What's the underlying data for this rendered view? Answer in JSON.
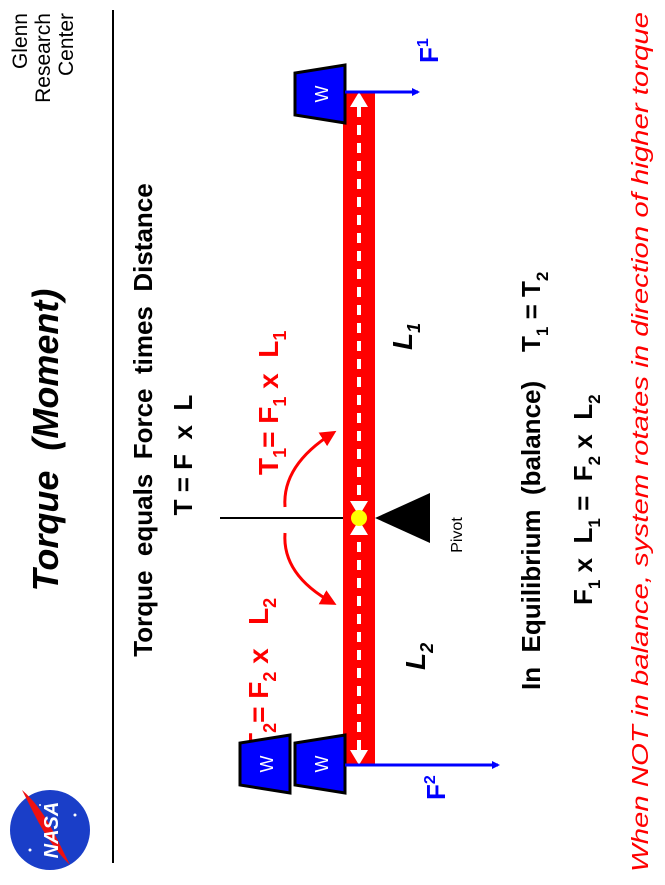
{
  "logo": {
    "text": "NASA"
  },
  "org": {
    "line1": "Glenn",
    "line2": "Research",
    "line3": "Center"
  },
  "title": "Torque  (Moment)",
  "definition": "Torque  equals  Force  times  Distance",
  "formula": "T = F  x  L",
  "torque1": {
    "T": "T",
    "Tsub": "1",
    "eq": "= F",
    "Fsub": "1",
    "x": " x  L",
    "Lsub": "1"
  },
  "torque2": {
    "T": "T",
    "Tsub": "2",
    "eq": "= F",
    "Fsub": "2",
    "x": " x   L",
    "Lsub": "2"
  },
  "labels": {
    "L1": "L",
    "L1sub": "1",
    "L2": "L",
    "L2sub": "2",
    "F1": "F",
    "F1sub": "1",
    "F2": "F",
    "F2sub": "2",
    "pivot": "Pivot",
    "weight": "W"
  },
  "equilibrium": {
    "text": "In  Equilibrium  (balance)    T",
    "s1": "1",
    "mid": " = T",
    "s2": "2"
  },
  "balance_eq": {
    "a": "F",
    "s1": "1",
    "b": " x  L",
    "s2": "1",
    "c": " =  F",
    "s3": "2",
    "d": " x  L",
    "s4": "2"
  },
  "note": "When NOT in balance, system rotates in direction of higher torque",
  "colors": {
    "beam": "#ff0000",
    "weight": "#0000ff",
    "force": "#0000ff",
    "torque_text": "#ff0000",
    "pivot_point": "#ffff00"
  }
}
